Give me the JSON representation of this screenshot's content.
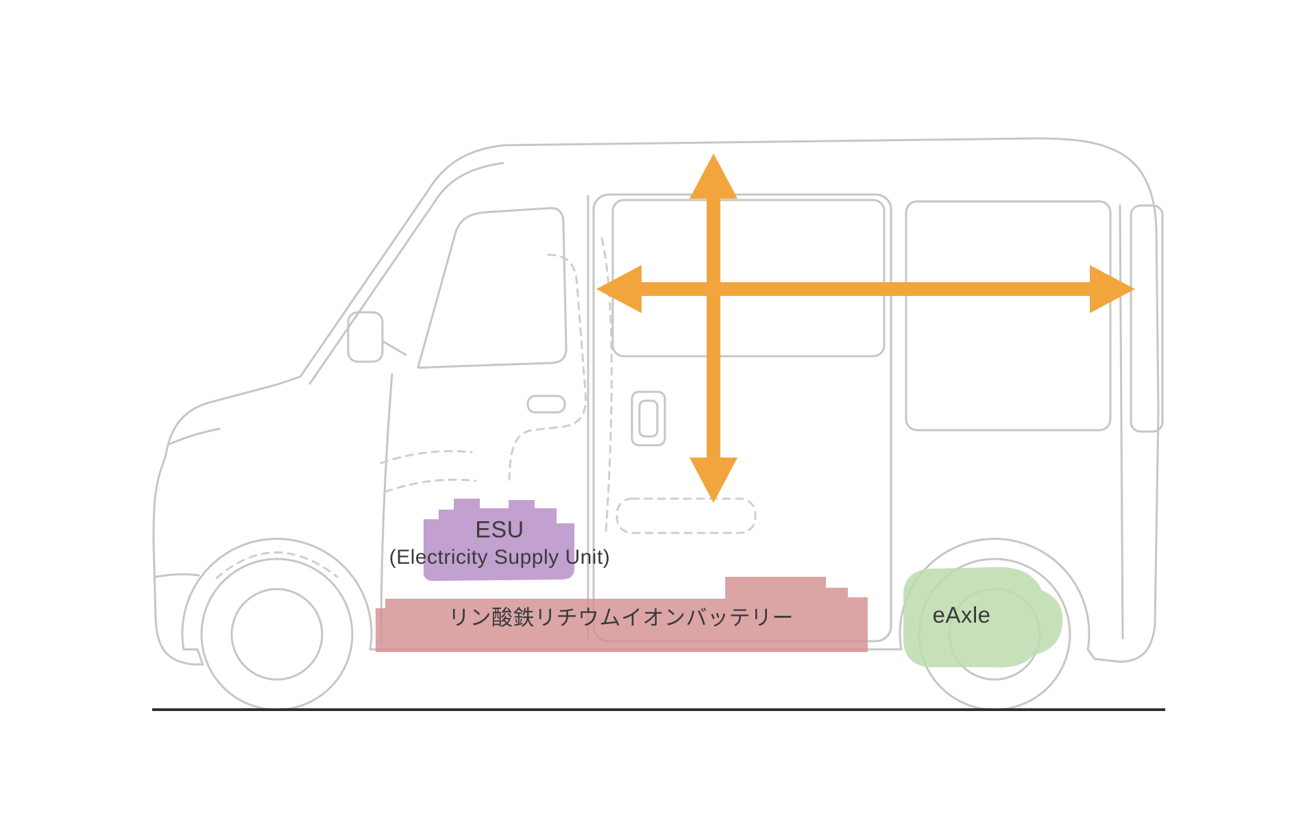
{
  "labels": {
    "esu": "ESU",
    "esu_sub": "(Electricity Supply Unit)",
    "battery": "リン酸鉄リチウムイオンバッテリー",
    "eaxle": "eAxle"
  },
  "colors": {
    "arrow": "#F2A43D",
    "esu_fill": "#B78FC7",
    "battery_fill": "#D28E90",
    "eaxle_fill": "#BCDAAE",
    "line": "#C6C6C6",
    "dash_line": "#CECECE",
    "ground": "#2E2E2E",
    "text": "#3A3A3A"
  }
}
